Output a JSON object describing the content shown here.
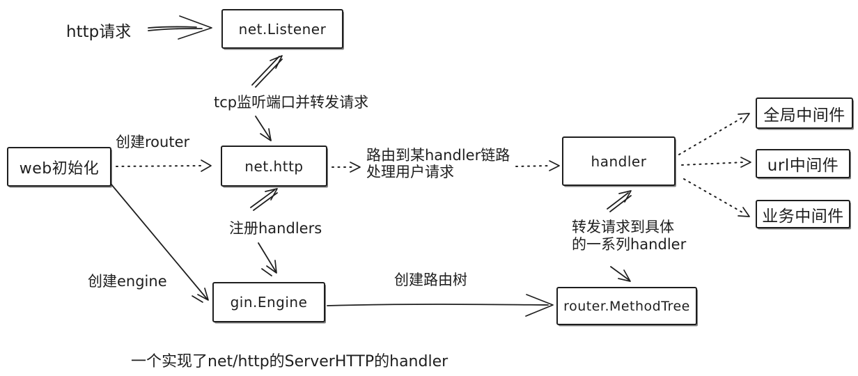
{
  "colors": {
    "ink": "#1e1e1e",
    "background": "#ffffff"
  },
  "nodes": {
    "listener": "net.Listener",
    "web_init": "web初始化",
    "net_http": "net.http",
    "handler": "handler",
    "mw_global": "全局中间件",
    "mw_url": "url中间件",
    "mw_biz": "业务中间件",
    "gin_engine": "gin.Engine",
    "method_tree": "router.MethodTree"
  },
  "annotations": {
    "http_request": "http请求",
    "tcp_forward": "tcp监听端口并转发请求",
    "create_router": "创建router",
    "route_line1": "路由到某handler链路",
    "route_line2": "处理用户请求",
    "register_handlers": "注册handlers",
    "create_engine": "创建engine",
    "forward_line1": "转发请求到具体",
    "forward_line2": "的一系列handler",
    "create_route_tree": "创建路由树",
    "footnote": "一个实现了net/http的ServerHTTP的handler"
  },
  "edges": [
    {
      "from": "http请求",
      "to": "net.Listener",
      "style": "solid"
    },
    {
      "from": "tcp监听端口并转发请求",
      "to": "net.Listener",
      "style": "solid"
    },
    {
      "from": "tcp监听端口并转发请求",
      "to": "net.http",
      "style": "solid"
    },
    {
      "from": "web初始化",
      "to": "net.http",
      "label": "创建router",
      "style": "dotted"
    },
    {
      "from": "net.http",
      "to": "handler",
      "label": "路由到某handler链路 处理用户请求",
      "style": "dotted"
    },
    {
      "from": "handler",
      "to": "全局中间件",
      "style": "dotted"
    },
    {
      "from": "handler",
      "to": "url中间件",
      "style": "dotted"
    },
    {
      "from": "handler",
      "to": "业务中间件",
      "style": "dotted"
    },
    {
      "from": "web初始化",
      "to": "gin.Engine",
      "label": "创建engine",
      "style": "solid"
    },
    {
      "from": "注册handlers",
      "to": "net.http",
      "style": "solid"
    },
    {
      "from": "注册handlers",
      "to": "gin.Engine",
      "style": "solid"
    },
    {
      "from": "gin.Engine",
      "to": "router.MethodTree",
      "label": "创建路由树",
      "style": "solid"
    },
    {
      "from": "转发请求到具体的一系列handler",
      "to": "handler",
      "style": "solid"
    },
    {
      "from": "转发请求到具体的一系列handler",
      "to": "router.MethodTree",
      "style": "solid"
    }
  ]
}
